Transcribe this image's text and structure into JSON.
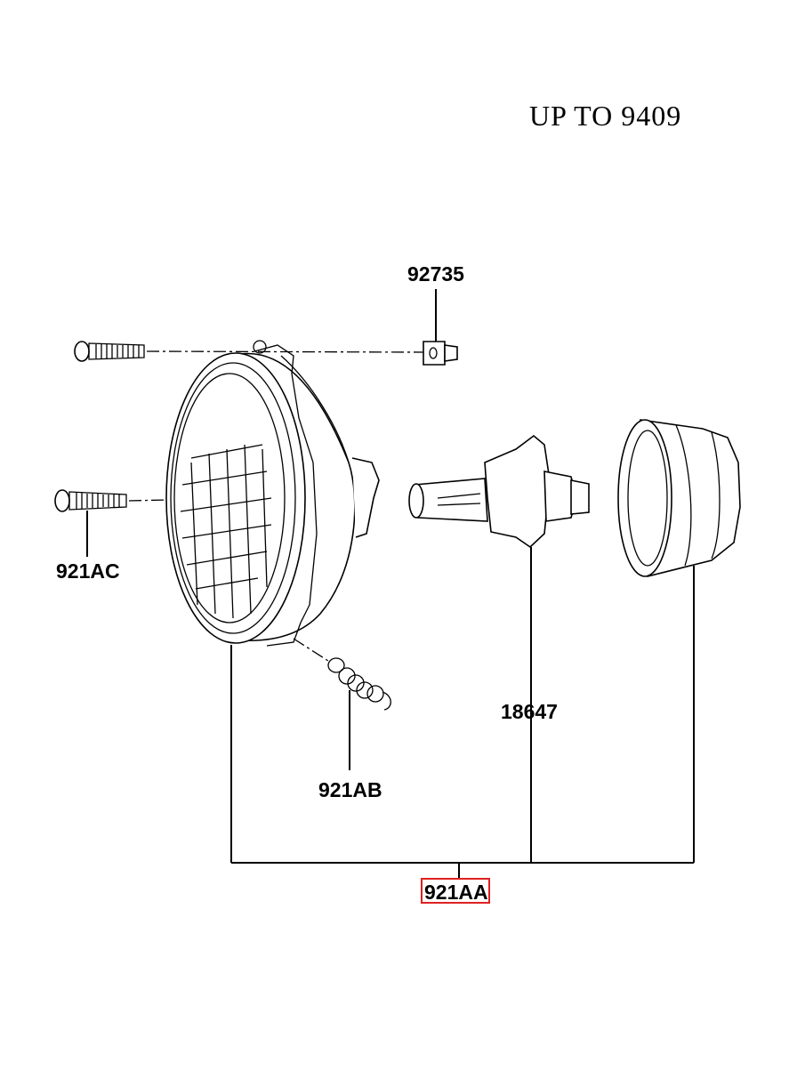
{
  "title": "UP TO 9409",
  "parts": {
    "p92735": "92735",
    "p921AC": "921AC",
    "p921AB": "921AB",
    "p18647": "18647",
    "p921AA": "921AA"
  },
  "highlight": {
    "part": "921AA",
    "color": "#e02020"
  },
  "icons": [
    "screw-icon",
    "clip-nut-icon",
    "headlamp-unit-icon",
    "spring-icon",
    "bulb-icon",
    "rubber-cover-icon"
  ]
}
